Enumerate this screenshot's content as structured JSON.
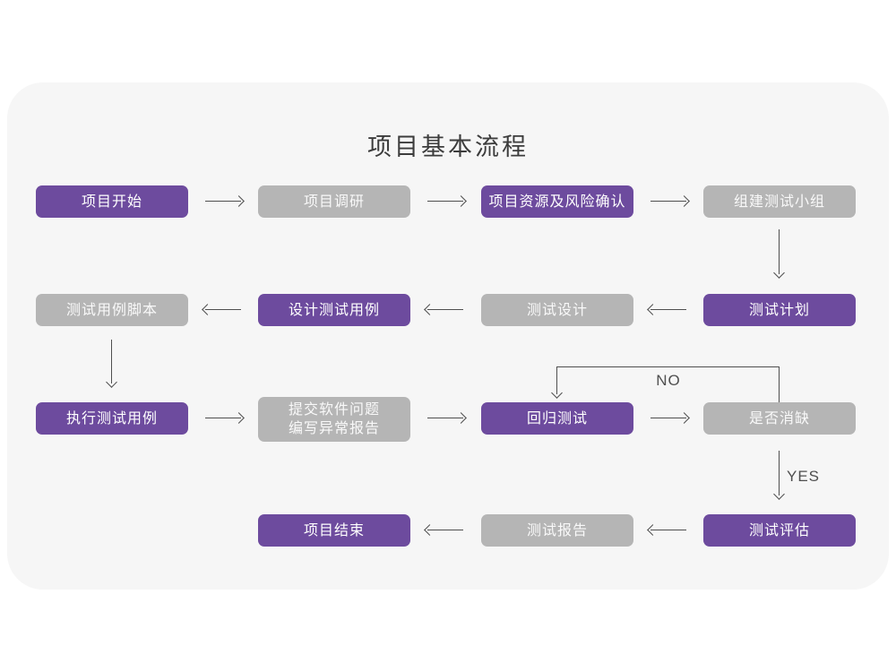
{
  "title": "项目基本流程",
  "colors": {
    "purple": "#6d4b9e",
    "gray": "#b5b5b5",
    "card": "#f6f6f6",
    "arrow": "#4f4f4f",
    "title_color": "#3c3c3c",
    "box_text": "#ffffff"
  },
  "edge_labels": {
    "no": "NO",
    "yes": "YES"
  },
  "nodes": [
    {
      "label": "项目开始"
    },
    {
      "label": "项目调研"
    },
    {
      "label": "项目资源及风险确认"
    },
    {
      "label": "组建测试小组"
    },
    {
      "label": "测试计划"
    },
    {
      "label": "测试设计"
    },
    {
      "label": "设计测试用例"
    },
    {
      "label": "测试用例脚本"
    },
    {
      "label": "执行测试用例"
    },
    {
      "label": "提交软件问题",
      "label2": "编写异常报告"
    },
    {
      "label": "回归测试"
    },
    {
      "label": "是否消缺"
    },
    {
      "label": "测试评估"
    },
    {
      "label": "测试报告"
    },
    {
      "label": "项目结束"
    }
  ]
}
